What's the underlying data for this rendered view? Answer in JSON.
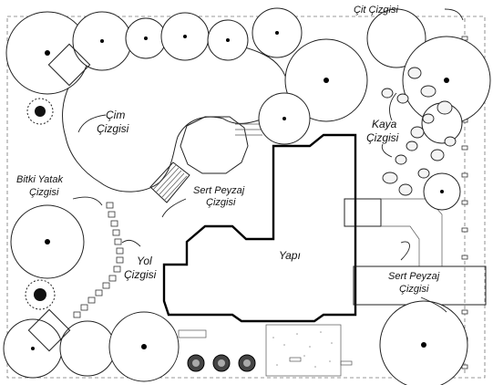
{
  "labels": {
    "fence_line": "Çit Çizgisi",
    "lawn_line_1": "Çim",
    "lawn_line_2": "Çizgisi",
    "rock_1": "Kaya",
    "rock_2": "Çizgisi",
    "plant_bed_1": "Bitki Yatak",
    "plant_bed_2": "Çizgisi",
    "hardscape_left_1": "Sert Peyzaj",
    "hardscape_left_2": "Çizgisi",
    "path_1": "Yol",
    "path_2": "Çizgisi",
    "building": "Yapı",
    "hardscape_right_1": "Sert Peyzaj",
    "hardscape_right_2": "Çizgisi"
  }
}
